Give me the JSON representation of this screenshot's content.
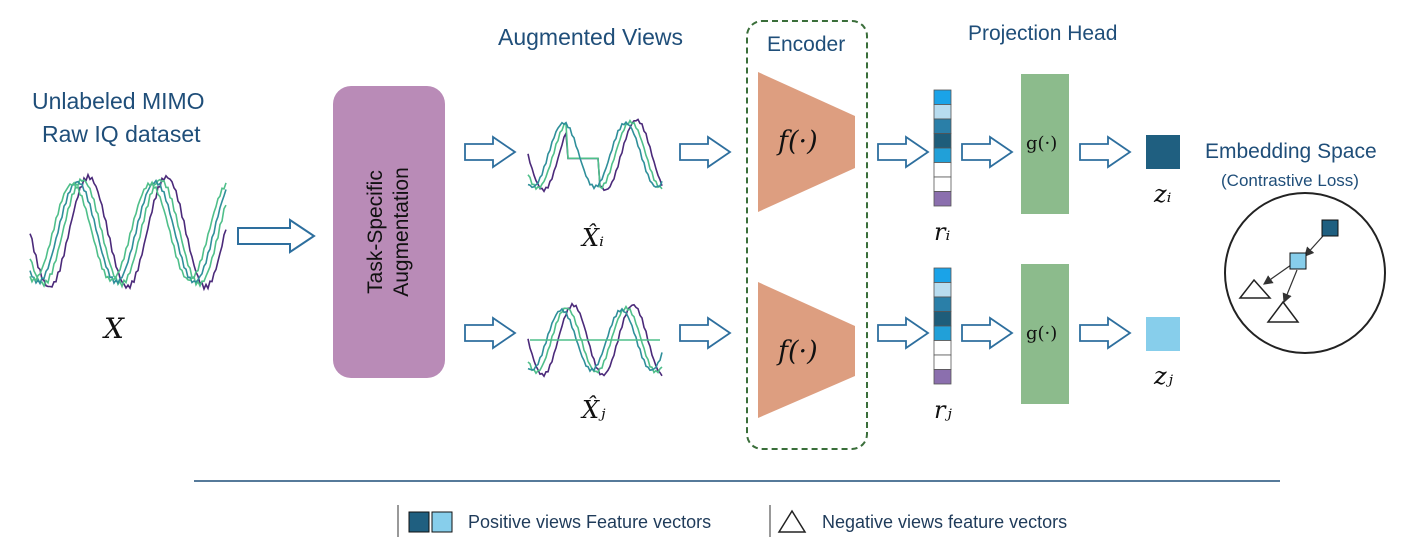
{
  "labels": {
    "dataset_line1": "Unlabeled MIMO",
    "dataset_line2": "Raw IQ dataset",
    "x": "X",
    "augmentation_line1": "Task-Specific",
    "augmentation_line2": "Augmentation",
    "augmented_views": "Augmented Views",
    "xi": "X̂ᵢ",
    "xj": "X̂ⱼ",
    "encoder": "Encoder",
    "f_top": "f(·)",
    "f_bottom": "f(·)",
    "ri": "rᵢ",
    "rj": "rⱼ",
    "projection_head": "Projection Head",
    "g_top": "g(·)",
    "g_bottom": "g(·)",
    "zi": "zᵢ",
    "zj": "zⱼ",
    "embedding_line1": "Embedding Space",
    "embedding_line2": "(Contrastive Loss)"
  },
  "legend": {
    "positive": "Positive views Feature vectors",
    "negative": "Negative views feature vectors"
  },
  "colors": {
    "dark_blue": "#1f5f80",
    "light_blue": "#87ceeb",
    "encoder_fill": "#dd9e80",
    "head_fill": "#8cbb8c",
    "augment_fill": "#b98bb7",
    "arrow_stroke": "#2e6f9e",
    "wave_purple": "#4b2a7a",
    "wave_green": "#4fbf8a",
    "wave_teal": "#2f8f9a"
  },
  "feature_vector_cells": [
    "#1aa3e8",
    "#b8dcef",
    "#2a7fa8",
    "#1e5d7a",
    "#21a0d8",
    "#ffffff",
    "#ffffff",
    "#8b6fae"
  ]
}
